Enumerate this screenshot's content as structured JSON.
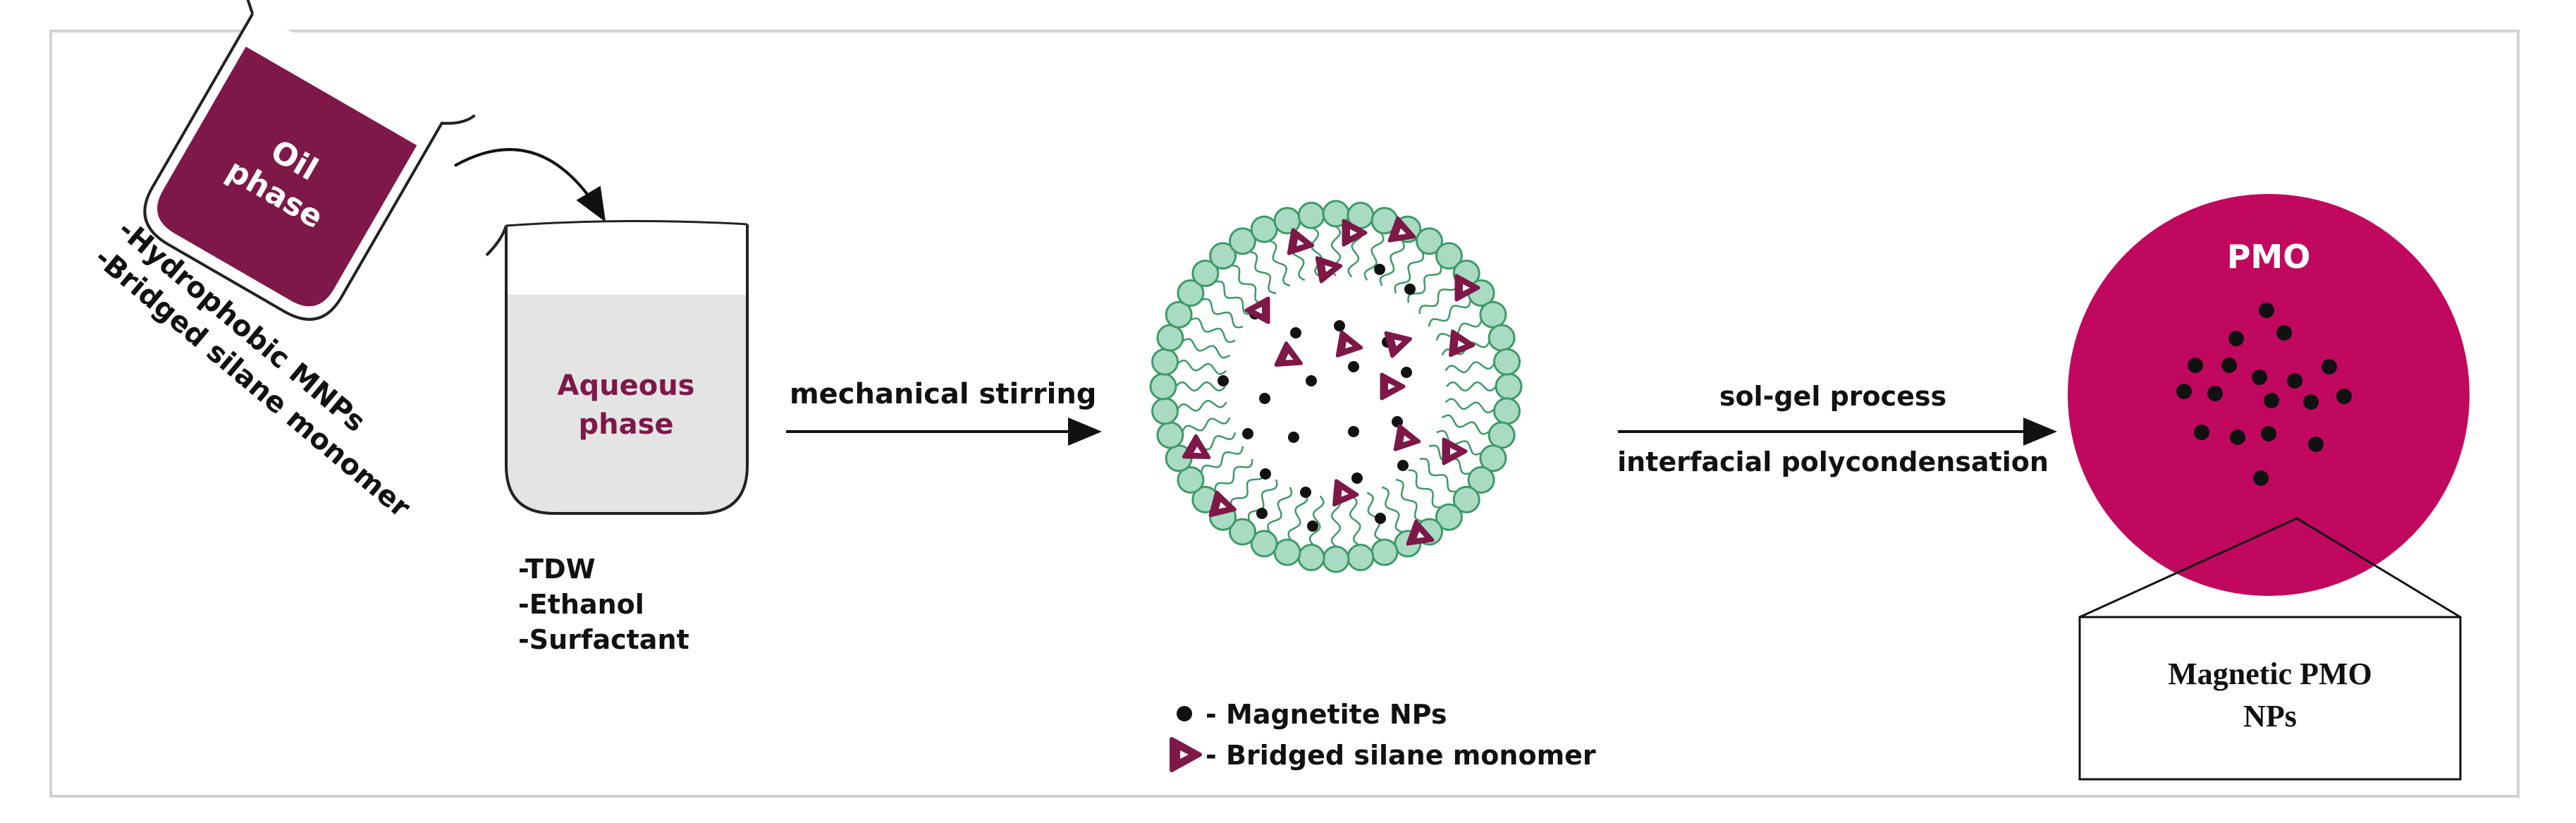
{
  "colors": {
    "maroon": "#7d1848",
    "magenta": "#c0085e",
    "head_fill": "#a9dbc2",
    "head_stroke": "#3e9a68",
    "water": "#e4e4e4",
    "frame": "#d2d2d2"
  },
  "oil_beaker": {
    "label_line1": "Oil",
    "label_line2": "phase",
    "contents": [
      "-Hydrophobic MNPs",
      "-Bridged silane monomer"
    ]
  },
  "aqueous_beaker": {
    "label_line1": "Aqueous",
    "label_line2": "phase",
    "contents": [
      "-TDW",
      "-Ethanol",
      "-Surfactant"
    ]
  },
  "step1": {
    "label": "mechanical stirring"
  },
  "step2": {
    "label_top": "sol-gel process",
    "label_bottom": "interfacial polycondensation"
  },
  "legend": {
    "magnetite": "- Magnetite NPs",
    "monomer": "- Bridged silane monomer"
  },
  "product": {
    "label": "PMO",
    "callout_line1": "Magnetic PMO",
    "callout_line2": "NPs"
  },
  "micelle": {
    "head_count": 44,
    "dots": [
      [
        1880,
        382
      ],
      [
        1957,
        382
      ],
      [
        2000,
        410
      ],
      [
        1780,
        445
      ],
      [
        1838,
        472
      ],
      [
        1900,
        462
      ],
      [
        1735,
        540
      ],
      [
        1794,
        565
      ],
      [
        1860,
        540
      ],
      [
        1920,
        520
      ],
      [
        1995,
        528
      ],
      [
        1770,
        615
      ],
      [
        1835,
        620
      ],
      [
        1920,
        612
      ],
      [
        1982,
        598
      ],
      [
        1795,
        672
      ],
      [
        1852,
        698
      ],
      [
        1925,
        678
      ],
      [
        1790,
        728
      ],
      [
        1862,
        746
      ],
      [
        1958,
        735
      ],
      [
        1968,
        485
      ],
      [
        1990,
        660
      ]
    ],
    "triangles": [
      [
        1920,
        330,
        0
      ],
      [
        1990,
        330,
        20
      ],
      [
        1845,
        345,
        10
      ],
      [
        1885,
        380,
        -10
      ],
      [
        2080,
        408,
        0
      ],
      [
        1785,
        440,
        180
      ],
      [
        2073,
        488,
        5
      ],
      [
        1830,
        508,
        25
      ],
      [
        1914,
        490,
        10
      ],
      [
        1984,
        485,
        -15
      ],
      [
        1974,
        548,
        0
      ],
      [
        1996,
        623,
        10
      ],
      [
        1700,
        640,
        30
      ],
      [
        2062,
        640,
        0
      ],
      [
        1908,
        700,
        5
      ],
      [
        1735,
        718,
        15
      ],
      [
        2016,
        760,
        20
      ]
    ]
  },
  "product_dots": [
    [
      3215,
      440
    ],
    [
      3172,
      480
    ],
    [
      3240,
      472
    ],
    [
      3114,
      518
    ],
    [
      3162,
      518
    ],
    [
      3205,
      535
    ],
    [
      3255,
      540
    ],
    [
      3304,
      520
    ],
    [
      3098,
      555
    ],
    [
      3142,
      558
    ],
    [
      3222,
      568
    ],
    [
      3278,
      570
    ],
    [
      3325,
      562
    ],
    [
      3123,
      613
    ],
    [
      3174,
      620
    ],
    [
      3218,
      615
    ],
    [
      3285,
      630
    ],
    [
      3207,
      678
    ]
  ]
}
